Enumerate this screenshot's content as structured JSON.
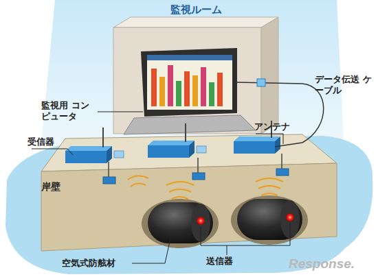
{
  "diagram": {
    "nodes": [
      {
        "text": [
          "監視ルーム"
        ]
      },
      {
        "text": [
          "岸壁"
        ]
      }
    ],
    "labels": [
      "監視用 コンピュータ",
      "データ伝送 ケーブル",
      "アンテナ",
      "受信器",
      "送信器",
      "空気式防舷材",
      "Response."
    ]
  }
}
